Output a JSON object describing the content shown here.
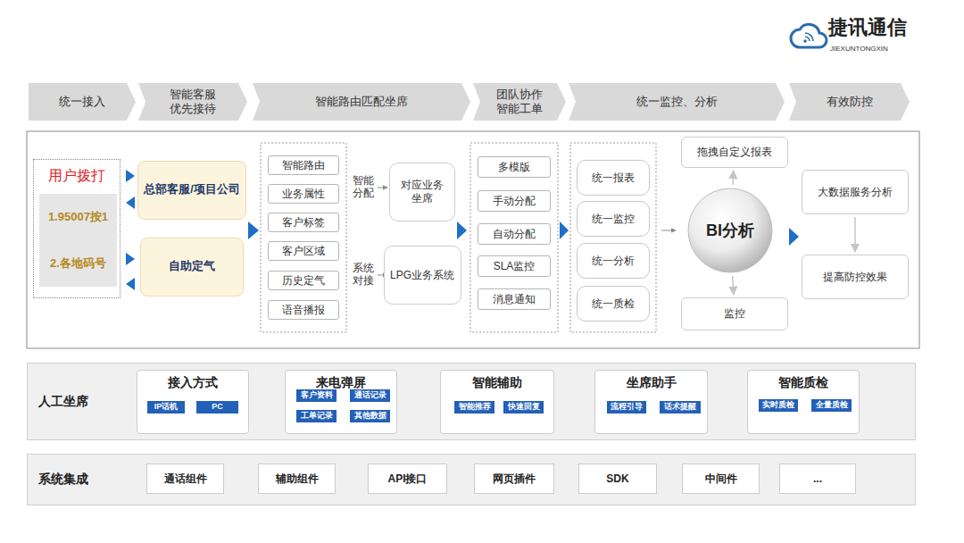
{
  "diagram": {
    "nodes": [
      {
        "text": [
          "统一接入"
        ]
      },
      {
        "text": [
          "智能客服 优先接待"
        ]
      },
      {
        "text": [
          "智能路由匹配坐席"
        ]
      },
      {
        "text": [
          "团队协作 智能工单"
        ]
      },
      {
        "text": [
          "统一监控、分析"
        ]
      },
      {
        "text": [
          "有效防控"
        ]
      },
      {
        "text": [
          "用户拨打"
        ]
      },
      {
        "text": [
          "1.95007按1",
          "2.各地码号"
        ],
        "in": 6
      },
      {
        "text": [
          "总部客服/项目公司"
        ]
      },
      {
        "text": [
          "自助定气"
        ]
      },
      {
        "text": [
          "智能路由"
        ]
      },
      {
        "text": [
          "业务属性"
        ]
      },
      {
        "text": [
          "客户标签"
        ]
      },
      {
        "text": [
          "客户区域"
        ]
      },
      {
        "text": [
          "历史定气"
        ]
      },
      {
        "text": [
          "语音播报"
        ]
      },
      {
        "text": [
          "对应业务 坐席"
        ]
      },
      {
        "text": [
          "LPG业务系统"
        ]
      },
      {
        "text": [
          "多模版"
        ]
      },
      {
        "text": [
          "手动分配"
        ]
      },
      {
        "text": [
          "自动分配"
        ]
      },
      {
        "text": [
          "SLA监控"
        ]
      },
      {
        "text": [
          "消息通知"
        ]
      },
      {
        "text": [
          "统一报表"
        ]
      },
      {
        "text": [
          "统一监控"
        ]
      },
      {
        "text": [
          "统一分析"
        ]
      },
      {
        "text": [
          "统一质检"
        ]
      },
      {
        "text": [
          "拖拽自定义报表"
        ]
      },
      {
        "text": [
          "BI分析"
        ]
      },
      {
        "text": [
          "监控"
        ]
      },
      {
        "text": [
          "大数据服务分析"
        ]
      },
      {
        "text": [
          "提高防控效果"
        ]
      },
      {
        "text": [
          "人工坐席"
        ]
      },
      {
        "text": [
          "接入方式"
        ],
        "in": 32
      },
      {
        "text": [
          "IP话机"
        ],
        "in": 33
      },
      {
        "text": [
          "PC"
        ],
        "in": 33
      },
      {
        "text": [
          "来电弹屏"
        ],
        "in": 32
      },
      {
        "text": [
          "客户资料"
        ],
        "in": 36
      },
      {
        "text": [
          "通话记录"
        ],
        "in": 36
      },
      {
        "text": [
          "工单记录"
        ],
        "in": 36
      },
      {
        "text": [
          "其他数据"
        ],
        "in": 36
      },
      {
        "text": [
          "智能辅助"
        ],
        "in": 32
      },
      {
        "text": [
          "智能推荐"
        ],
        "in": 41
      },
      {
        "text": [
          "快速回复"
        ],
        "in": 41
      },
      {
        "text": [
          "坐席助手"
        ],
        "in": 32
      },
      {
        "text": [
          "流程引导"
        ],
        "in": 44
      },
      {
        "text": [
          "话术提醒"
        ],
        "in": 44
      },
      {
        "text": [
          "智能质检"
        ],
        "in": 32
      },
      {
        "text": [
          "实时质检"
        ],
        "in": 47
      },
      {
        "text": [
          "全量质检"
        ],
        "in": 47
      },
      {
        "text": [
          "系统集成"
        ]
      },
      {
        "text": [
          "通话组件"
        ],
        "in": 50
      },
      {
        "text": [
          "辅助组件"
        ],
        "in": 50
      },
      {
        "text": [
          "API接口"
        ],
        "in": 50
      },
      {
        "text": [
          "网页插件"
        ],
        "in": 50
      },
      {
        "text": [
          "SDK"
        ],
        "in": 50
      },
      {
        "text": [
          "中间件"
        ],
        "in": 50
      },
      {
        "text": [
          "..."
        ],
        "in": 50
      }
    ],
    "edges": [
      {
        "from": 28,
        "to": 27,
        "arrow": "to"
      },
      {
        "from": 28,
        "to": 29,
        "arrow": "to"
      },
      {
        "from": 30,
        "to": 31,
        "arrow": "to"
      }
    ],
    "labels": [
      "智能 分配",
      "系统 对接",
      "捷讯通信",
      "JIEXUNTONGXIN"
    ]
  }
}
